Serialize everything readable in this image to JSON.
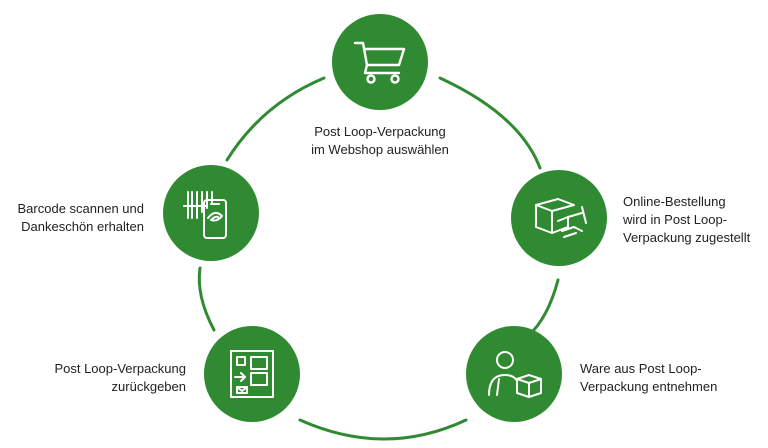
{
  "colors": {
    "accent": "#2f8a31",
    "ring": "#2f8a31",
    "text": "#222222",
    "icon": "#ffffff"
  },
  "steps": [
    {
      "icon": "shopping-cart-icon",
      "lines": [
        "Post Loop-Verpackung",
        "im Webshop auswählen"
      ]
    },
    {
      "icon": "package-delivery-icon",
      "lines": [
        "Online-Bestellung",
        "wird in Post Loop-",
        "Verpackung zugestellt"
      ]
    },
    {
      "icon": "person-with-box-icon",
      "lines": [
        "Ware aus Post Loop-",
        "Verpackung entnehmen"
      ]
    },
    {
      "icon": "return-station-icon",
      "lines": [
        "Post Loop-Verpackung",
        "zurückgeben"
      ]
    },
    {
      "icon": "barcode-phone-icon",
      "lines": [
        "Barcode scannen und",
        "Dankeschön erhalten"
      ]
    }
  ]
}
